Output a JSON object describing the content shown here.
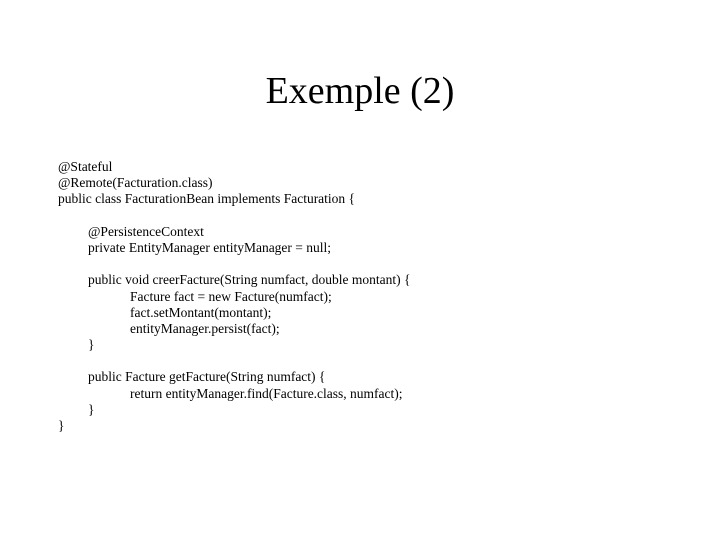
{
  "slide": {
    "title": "Exemple (2)",
    "background_color": "#ffffff",
    "text_color": "#000000"
  },
  "code": {
    "language": "java",
    "lines": [
      {
        "indent": 0,
        "text": "@Stateful"
      },
      {
        "indent": 0,
        "text": "@Remote(Facturation.class)"
      },
      {
        "indent": 0,
        "text": "public class FacturationBean implements Facturation {"
      },
      {
        "indent": 0,
        "text": ""
      },
      {
        "indent": 1,
        "text": "@PersistenceContext"
      },
      {
        "indent": 1,
        "text": "private EntityManager entityManager = null;"
      },
      {
        "indent": 0,
        "text": ""
      },
      {
        "indent": 1,
        "text": "public void creerFacture(String numfact, double montant) {"
      },
      {
        "indent": 2,
        "text": "Facture fact = new Facture(numfact);"
      },
      {
        "indent": 2,
        "text": "fact.setMontant(montant);"
      },
      {
        "indent": 2,
        "text": "entityManager.persist(fact);"
      },
      {
        "indent": 1,
        "text": "}"
      },
      {
        "indent": 0,
        "text": ""
      },
      {
        "indent": 1,
        "text": "public Facture getFacture(String numfact) {"
      },
      {
        "indent": 2,
        "text": "return entityManager.find(Facture.class, numfact);"
      },
      {
        "indent": 1,
        "text": "}"
      },
      {
        "indent": 0,
        "text": "}"
      }
    ]
  }
}
